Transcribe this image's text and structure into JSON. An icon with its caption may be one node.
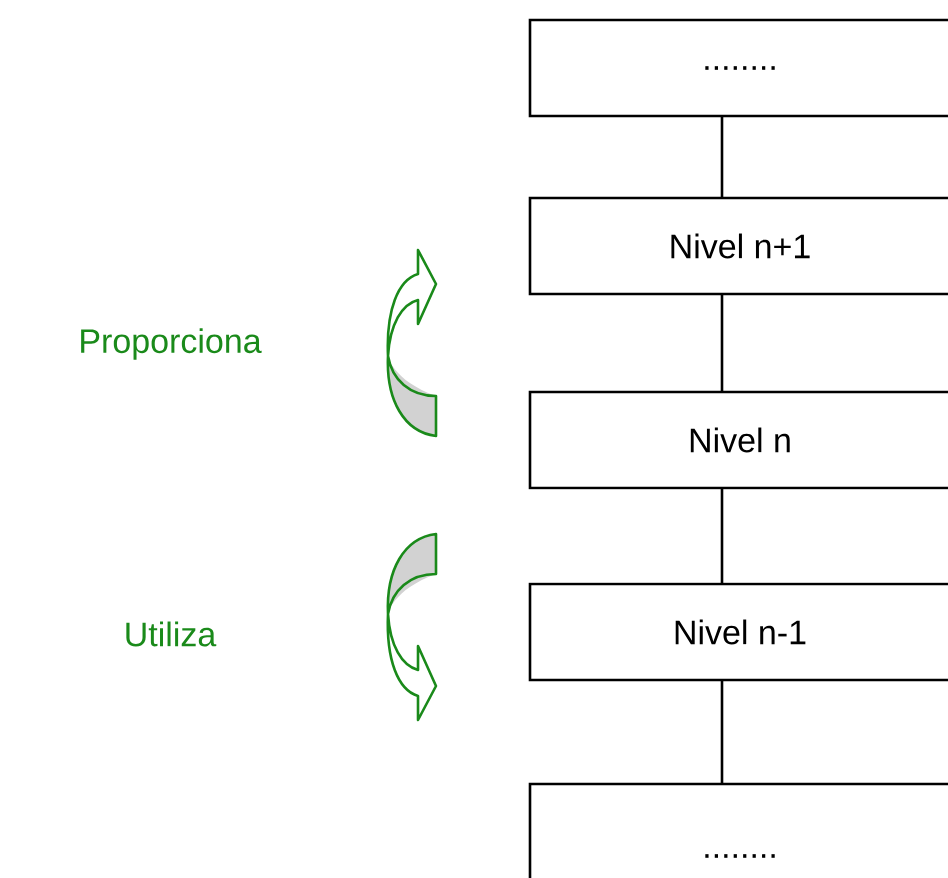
{
  "diagram": {
    "nodes": [
      {
        "text": [
          "........"
        ]
      },
      {
        "text": [
          "Nivel n+1"
        ]
      },
      {
        "text": [
          "Nivel n"
        ]
      },
      {
        "text": [
          "Nivel n-1"
        ]
      },
      {
        "text": [
          "........"
        ]
      }
    ],
    "edges": [
      {
        "from": 0,
        "to": 1,
        "arrow": "none"
      },
      {
        "from": 1,
        "to": 2,
        "arrow": "none"
      },
      {
        "from": 2,
        "to": 3,
        "arrow": "none"
      },
      {
        "from": 3,
        "to": 4,
        "arrow": "none"
      }
    ],
    "labels": [
      "Proporciona",
      "Utiliza"
    ]
  }
}
